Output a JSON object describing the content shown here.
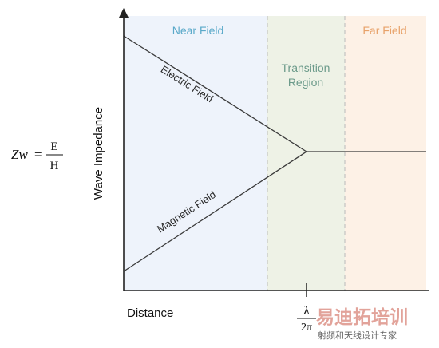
{
  "regions": {
    "near": {
      "label": "Near Field",
      "fill": "#eef3fb",
      "color": "#5aa9c9"
    },
    "transition": {
      "label_line1": "Transition",
      "label_line2": "Region",
      "fill": "#eef2e6",
      "color": "#6b9a8a"
    },
    "far": {
      "label": "Far Field",
      "fill": "#fdf1e6",
      "color": "#e8a26a"
    }
  },
  "axes": {
    "y_label": "Wave Impedance",
    "x_label": "Distance",
    "color": "#222222"
  },
  "curves": {
    "electric": "Electric Field",
    "magnetic": "Magnetic Field"
  },
  "formula": {
    "lhs": "Zw",
    "equals": "=",
    "numerator": "E",
    "denominator": "H"
  },
  "boundary_marker": {
    "numerator": "λ",
    "denominator": "2π"
  },
  "watermark": {
    "logo": "易迪拓培训",
    "subtitle": "射频和天线设计专家",
    "logo_color": "#e2a39a",
    "subtitle_color": "#666666"
  }
}
